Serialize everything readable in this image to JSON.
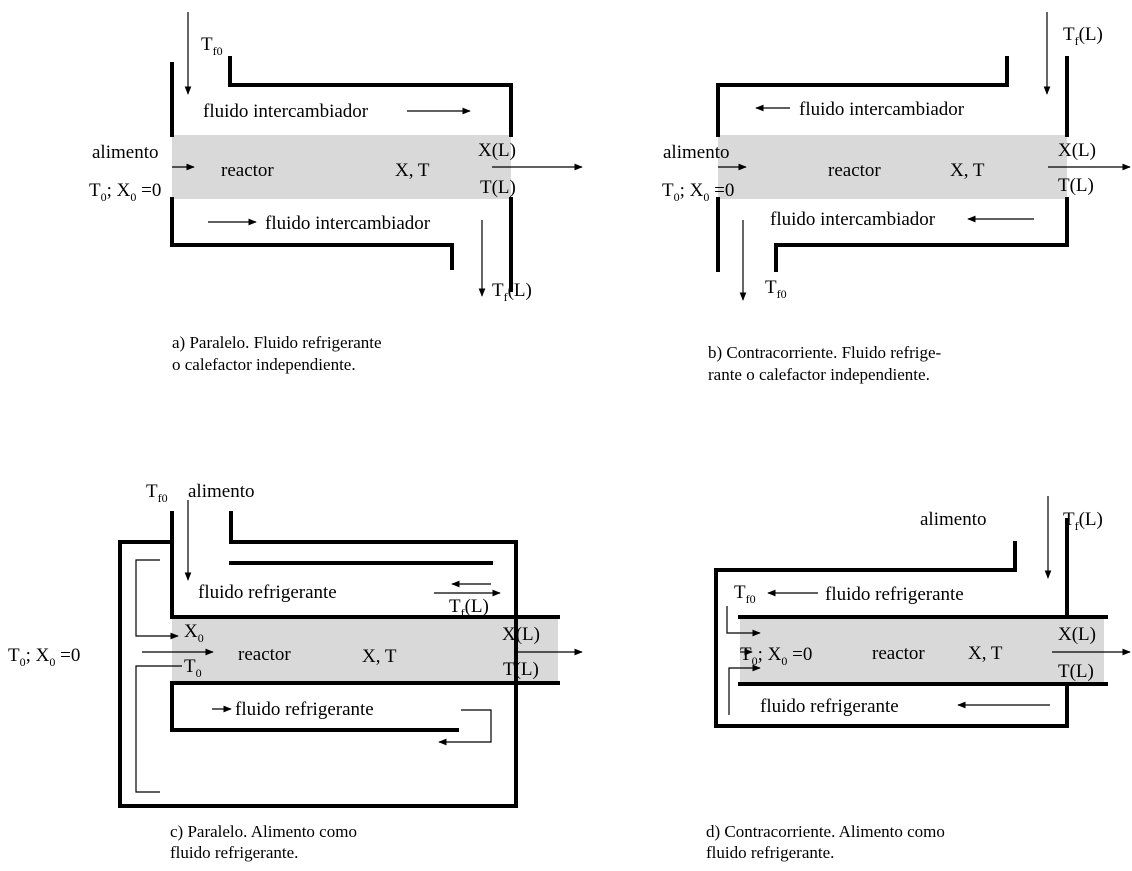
{
  "panel_a": {
    "inlet_label": "T",
    "inlet_sub": "f0",
    "fluid_top": "fluido intercambiador",
    "fluid_bottom": "fluido intercambiador",
    "feed": "alimento",
    "feed_cond_a": "T",
    "feed_cond_a_sub": "0",
    "feed_cond_b": "; X",
    "feed_cond_b_sub": "0",
    "feed_cond_c": " =0",
    "reactor": "reactor",
    "state": "X, T",
    "out_x": "X(L)",
    "out_t": "T(L)",
    "outlet_label": "T",
    "outlet_sub": "f",
    "outlet_tail": "(L)",
    "caption_1": "a) Paralelo. Fluido refrigerante",
    "caption_2": "o calefactor independiente."
  },
  "panel_b": {
    "inlet_label": "T",
    "inlet_sub": "f",
    "inlet_tail": "(L)",
    "fluid_top": "fluido intercambiador",
    "fluid_bottom": "fluido intercambiador",
    "feed": "alimento",
    "feed_cond_a": "T",
    "feed_cond_a_sub": "0",
    "feed_cond_b": "; X",
    "feed_cond_b_sub": "0",
    "feed_cond_c": " =0",
    "reactor": "reactor",
    "state": "X, T",
    "out_x": "X(L)",
    "out_t": "T(L)",
    "outlet_label": "T",
    "outlet_sub": "f0",
    "caption_1": "b) Contracorriente. Fluido refrige-",
    "caption_2": "rante o calefactor independiente."
  },
  "panel_c": {
    "inlet_label": "T",
    "inlet_sub": "f0",
    "feed": "alimento",
    "fluid_top": "fluido refrigerante",
    "fluid_bottom": "fluido refrigerante",
    "tf_label": "T",
    "tf_sub": "f",
    "tf_tail": "(L)",
    "side_a": "T",
    "side_a_sub": "0",
    "side_b": "; X",
    "side_b_sub": "0",
    "side_c": " =0",
    "x0": "X",
    "x0_sub": "0",
    "t0": "T",
    "t0_sub": "0",
    "reactor": "reactor",
    "state": "X, T",
    "out_x": "X(L)",
    "out_t": "T(L)",
    "caption_1": "c) Paralelo. Alimento como",
    "caption_2": "fluido refrigerante."
  },
  "panel_d": {
    "feed": "alimento",
    "inlet_label": "T",
    "inlet_sub": "f",
    "inlet_tail": "(L)",
    "tf0": "T",
    "tf0_sub": "f0",
    "fluid_top": "fluido refrigerante",
    "fluid_bottom": "fluido refrigerante",
    "feed_cond_a": "T",
    "feed_cond_a_sub": "0",
    "feed_cond_b": "; X",
    "feed_cond_b_sub": "0",
    "feed_cond_c": " =0",
    "reactor": "reactor",
    "state": "X, T",
    "out_x": "X(L)",
    "out_t": "T(L)",
    "caption_1": "d) Contracorriente. Alimento como",
    "caption_2": "fluido refrigerante."
  }
}
